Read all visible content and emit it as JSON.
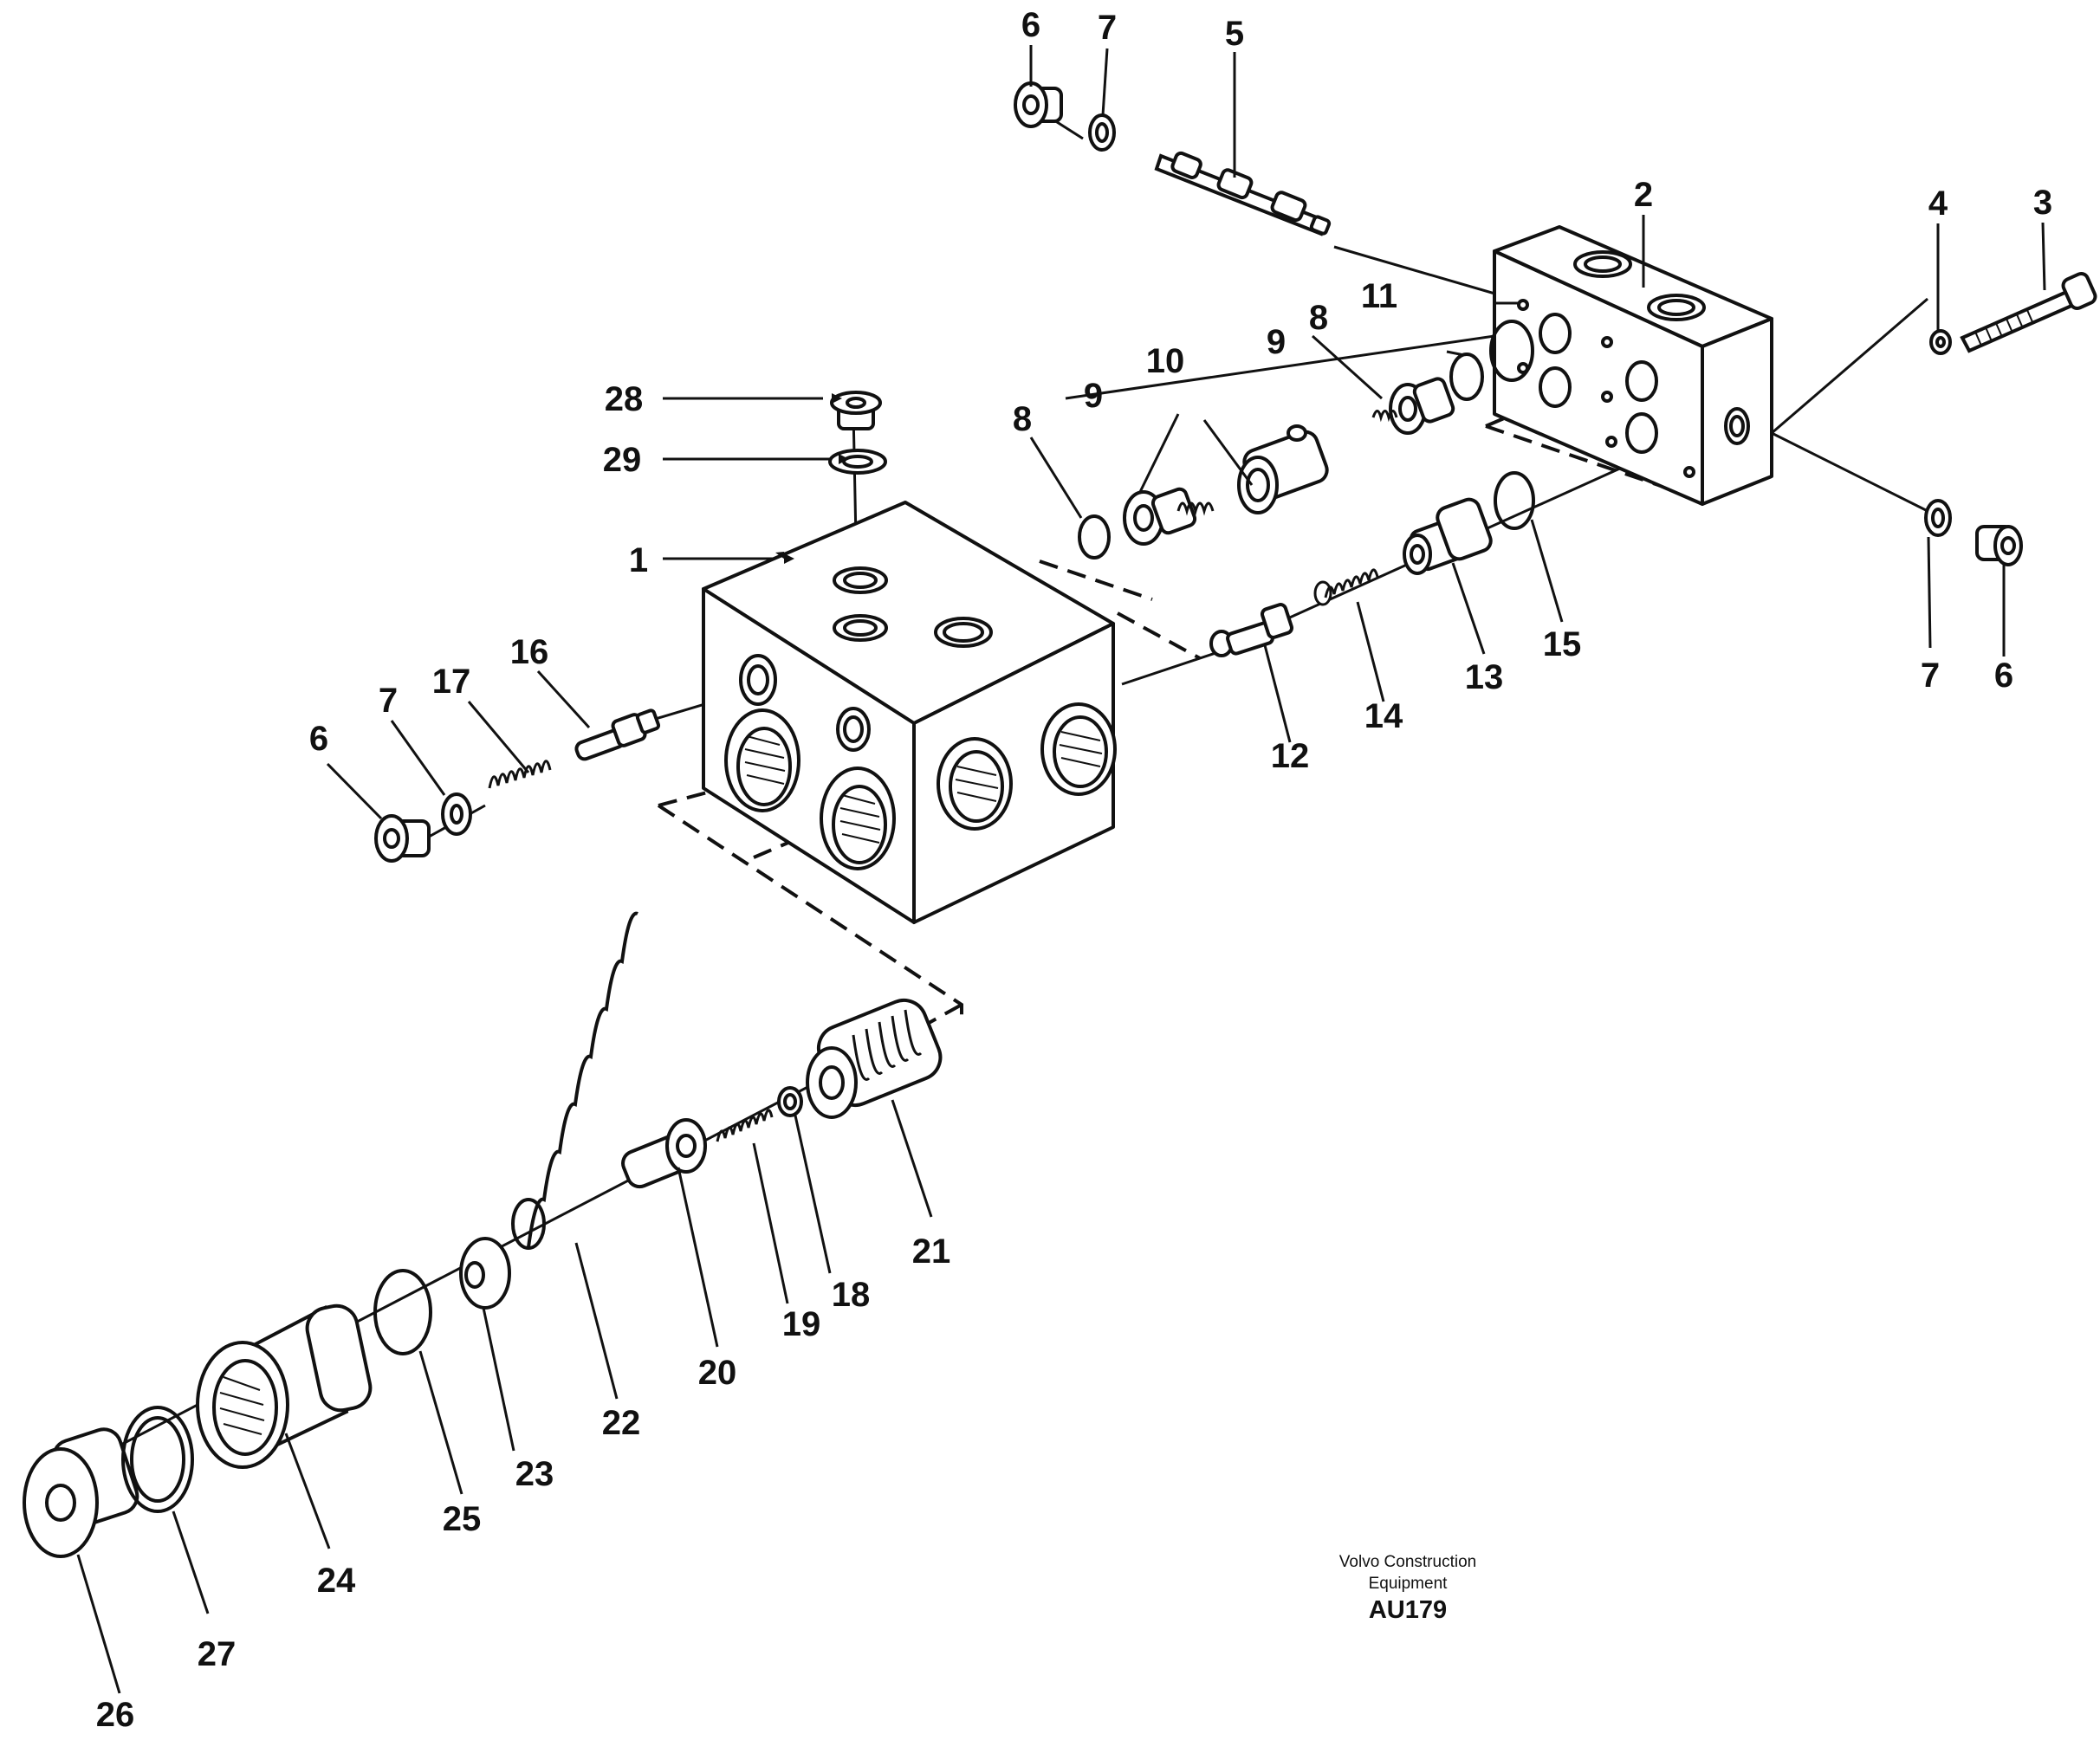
{
  "figure": {
    "caption_line1": "Volvo Construction",
    "caption_line2": "Equipment",
    "figure_code": "AU179"
  },
  "callouts": {
    "c1": "1",
    "c2": "2",
    "c3": "3",
    "c4": "4",
    "c5": "5",
    "c6a": "6",
    "c6b": "6",
    "c6c": "6",
    "c7a": "7",
    "c7b": "7",
    "c7c": "7",
    "c8a": "8",
    "c8b": "8",
    "c9a": "9",
    "c9b": "9",
    "c10": "10",
    "c11": "11",
    "c12": "12",
    "c13": "13",
    "c14": "14",
    "c15": "15",
    "c16": "16",
    "c17": "17",
    "c18": "18",
    "c19": "19",
    "c20": "20",
    "c21": "21",
    "c22": "22",
    "c23": "23",
    "c24": "24",
    "c25": "25",
    "c26": "26",
    "c27": "27",
    "c28": "28",
    "c29": "29"
  }
}
